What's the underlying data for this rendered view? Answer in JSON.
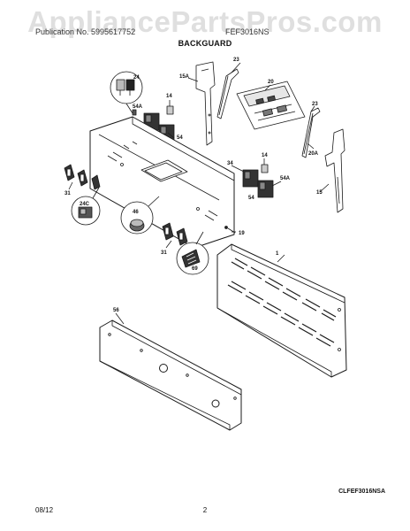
{
  "header": {
    "publication_label": "Publication No. 5995617752",
    "model_label": "FEF3016NS",
    "section_title": "BACKGUARD"
  },
  "watermark": "AppliancePartsPros.com",
  "callouts": {
    "p24": "24",
    "p14a": "14",
    "p15a": "15A",
    "p23a": "23",
    "p20": "20",
    "p54a_top": "54A",
    "p54_top": "54",
    "p23b": "23",
    "p20a": "20A",
    "p34": "34",
    "p14b": "14",
    "p54a_mid": "54A",
    "p54_mid": "54",
    "p15": "15",
    "p31a": "31",
    "p24c": "24C",
    "p46": "46",
    "p31b": "31",
    "p19": "19",
    "p69": "69",
    "p1": "1",
    "p56": "56"
  },
  "diagram_code": "CLFEF3016NSA",
  "footer": {
    "date": "08/12",
    "page": "2"
  }
}
